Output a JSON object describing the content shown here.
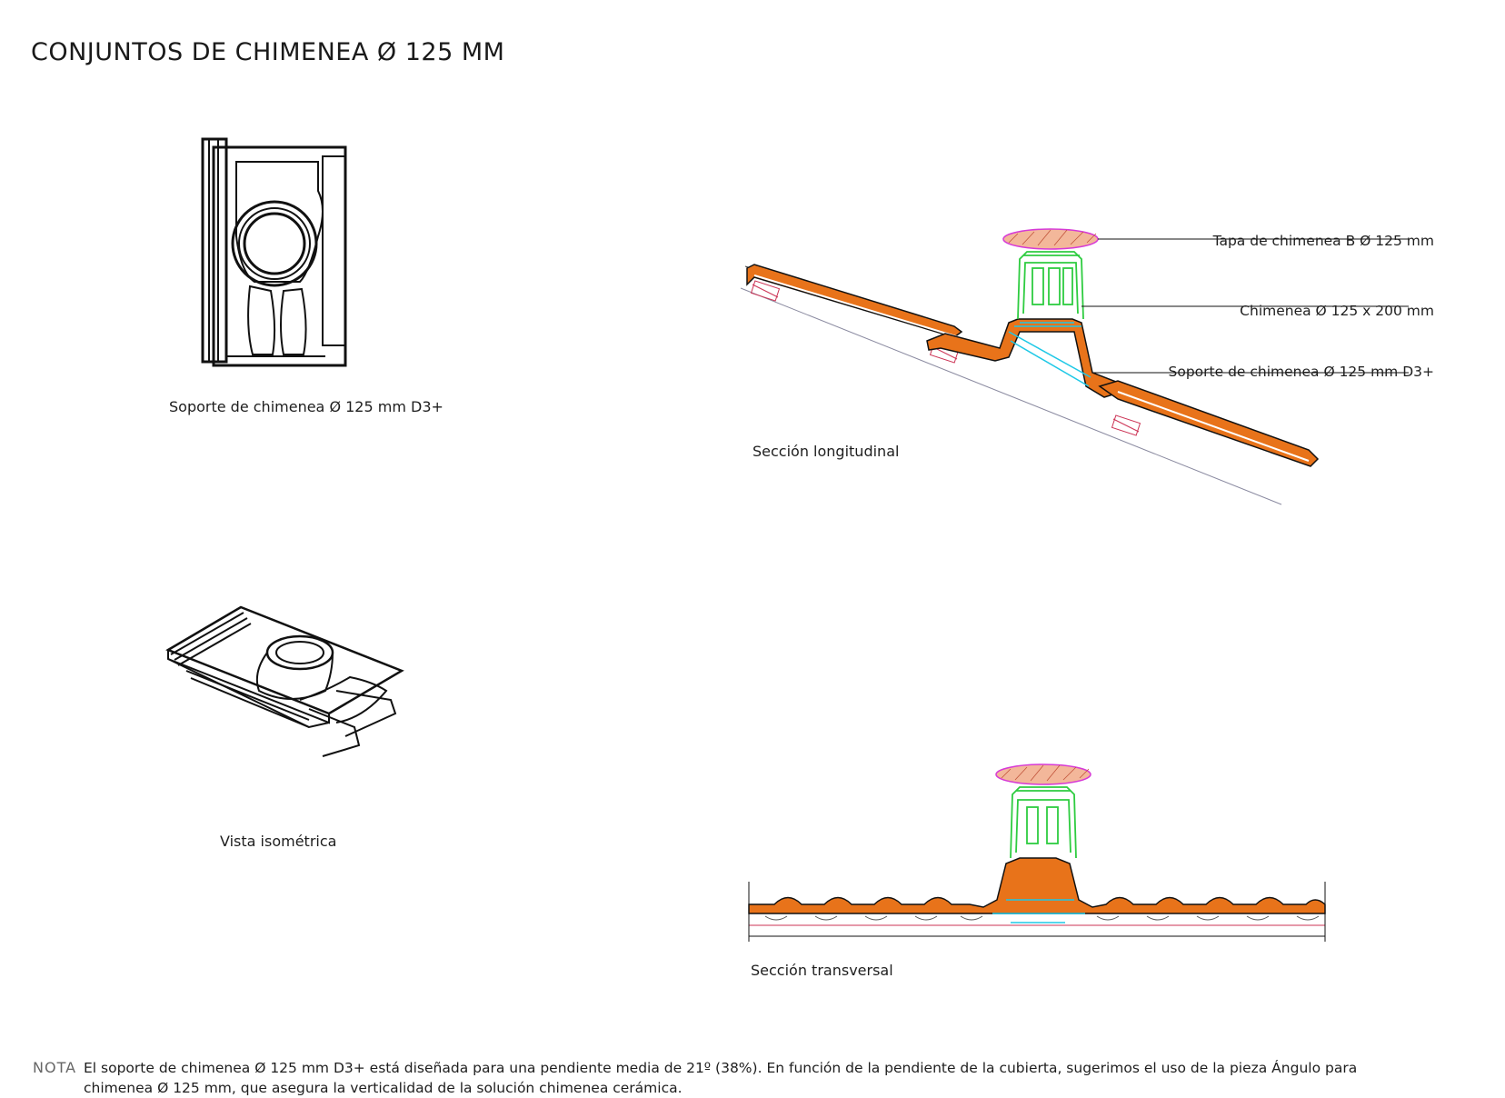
{
  "page": {
    "title": "CONJUNTOS DE CHIMENEA Ø 125 MM"
  },
  "figures": {
    "top_view_caption": "Soporte de chimenea Ø 125 mm D3+",
    "isometric_caption": "Vista isométrica",
    "longitudinal_caption": "Sección longitudinal",
    "transversal_caption": "Sección transversal"
  },
  "callouts": {
    "cap": "Tapa de chimenea B Ø 125 mm",
    "chimney": "Chimenea Ø 125 x 200 mm",
    "support": "Soporte de chimenea Ø 125 mm D3+"
  },
  "note": {
    "label": "NOTA",
    "text": "El soporte de chimenea Ø 125 mm D3+ está diseñada para una pendiente media de 21º (38%). En función de la pendiente de la cubierta, sugerimos el uso de la pieza Ángulo para chimenea Ø 125 mm, que asegura la verticalidad de la solución chimenea cerámica."
  },
  "colors": {
    "tile_orange": "#e8731a",
    "chimney_green": "#2ecc40",
    "cyan_line": "#1ec8e6",
    "cap_fill": "#f3b79a",
    "cap_outline": "#d63ad6"
  }
}
